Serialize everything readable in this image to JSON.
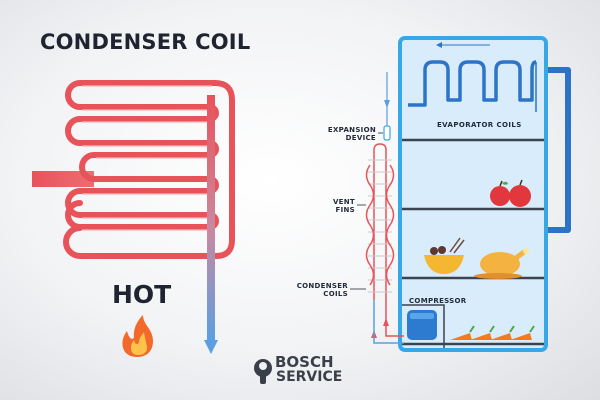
{
  "left_panel": {
    "title": "CONDENSER COIL",
    "hot_label": "HOT"
  },
  "right_panel": {
    "labels": {
      "expansion_line1": "EXPANSION",
      "expansion_line2": "DEVICE",
      "vent_line1": "VENT",
      "vent_line2": "FINS",
      "condenser_line1": "CONDENSER",
      "condenser_line2": "COILS",
      "evaporator": "EVAPORATOR COILS",
      "compressor": "COMPRESSOR"
    }
  },
  "watermark": {
    "line1": "BOSCH",
    "line2": "SERVICE"
  },
  "colors": {
    "hot_coil": "#e8535a",
    "hot_coil_light": "#f3a3a6",
    "cool_pipe": "#5b9fe0",
    "fridge_fill": "#d9ecfb",
    "fridge_border": "#38a7e6",
    "evaporator_coil": "#2b74c8",
    "shelf": "#3b4250",
    "flame": "#f26a2b"
  }
}
